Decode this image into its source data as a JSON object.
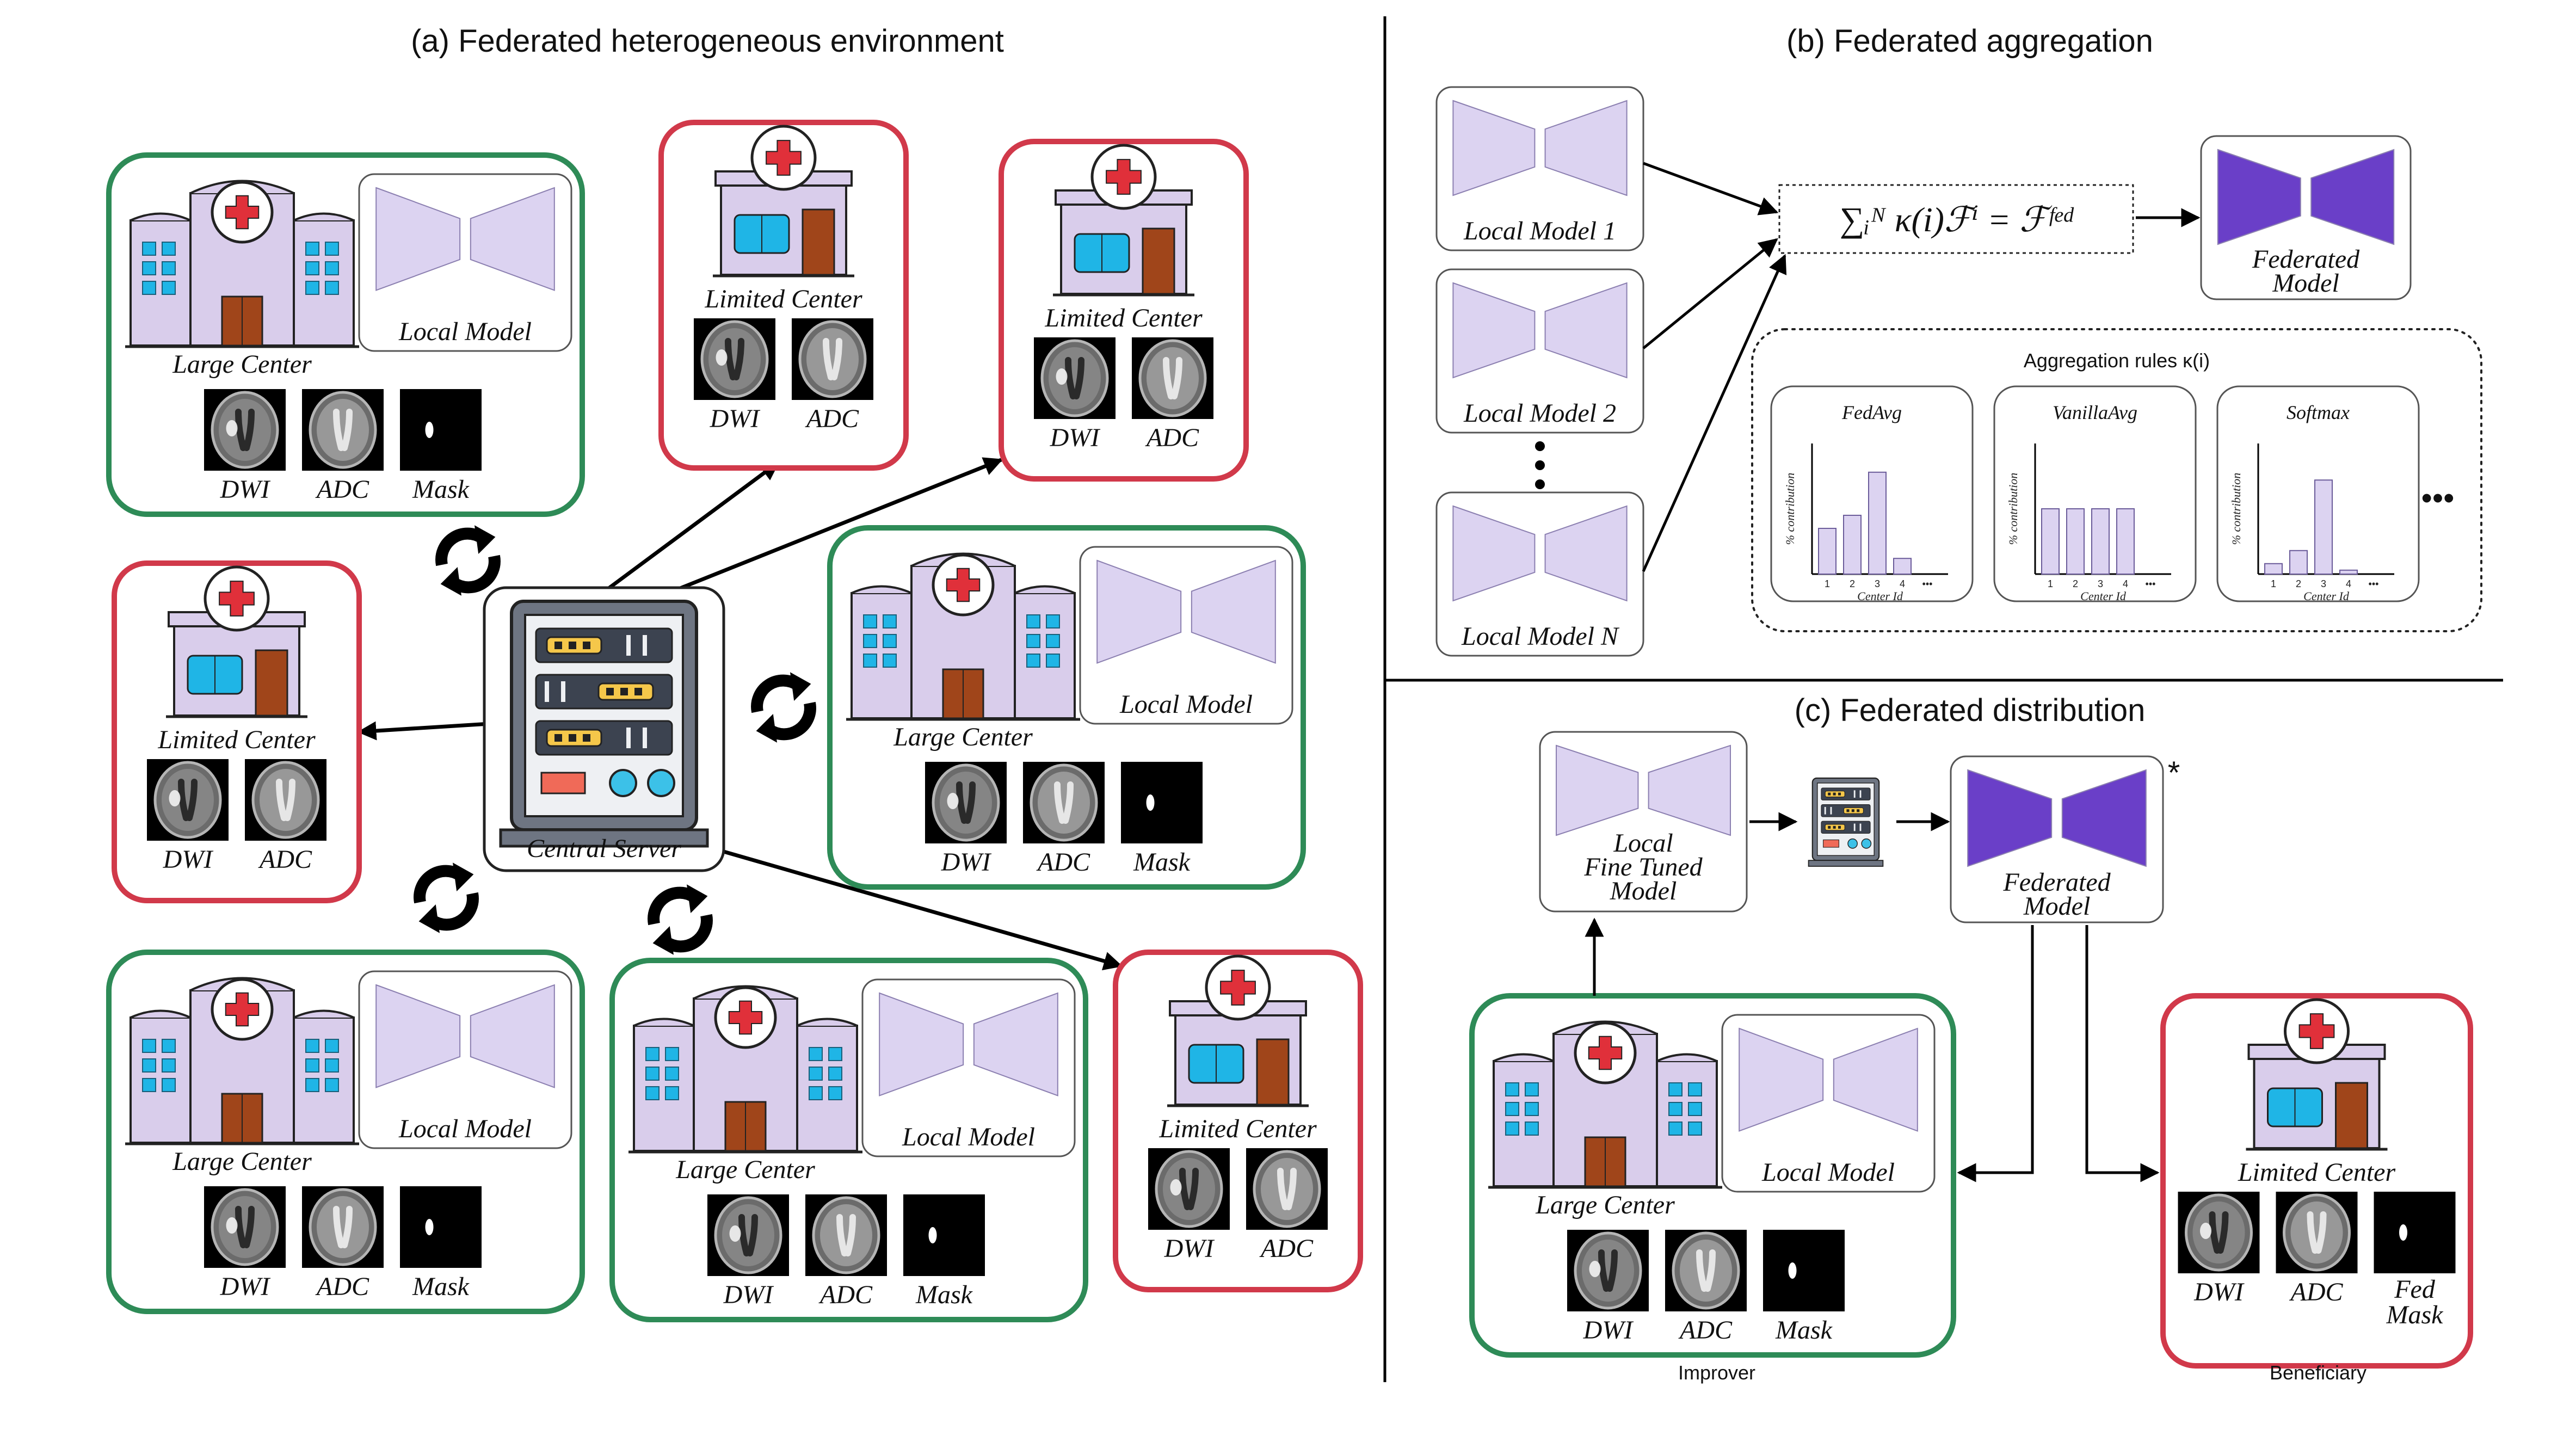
{
  "colors": {
    "large_border": "#2e8b57",
    "limited_border": "#d1394a",
    "model_light": "#dcd3f1",
    "model_federated": "#6a3fc8",
    "building": "#d9cdeb",
    "window": "#1fb5e6",
    "door": "#a0451a",
    "cross": "#e0303a"
  },
  "panel_a": {
    "title": "(a) Federated heterogeneous environment",
    "server_label": "Central Server",
    "large_label": "Large Center",
    "limited_label": "Limited Center",
    "local_model_label": "Local Model",
    "dwi": "DWI",
    "adc": "ADC",
    "mask": "Mask"
  },
  "panel_b": {
    "title": "(b) Federated aggregation",
    "models": [
      "Local Model 1",
      "Local Model 2",
      "Local Model N"
    ],
    "formula": "∑ᵢᴺ κ(i)ℱⁱ = ℱᶠᵉᵈ",
    "federated_line1": "Federated",
    "federated_line2": "Model",
    "rules_title": "Aggregation rules κ(i)",
    "rules": [
      {
        "name": "FedAvg",
        "values": [
          35,
          45,
          78,
          12
        ]
      },
      {
        "name": "VanillaAvg",
        "values": [
          50,
          50,
          50,
          50
        ]
      },
      {
        "name": "Softmax",
        "values": [
          8,
          18,
          72,
          3
        ]
      }
    ],
    "y_axis_label": "% contribution",
    "x_axis_label": "Center Id",
    "ticks": [
      "1",
      "2",
      "3",
      "4",
      "•••"
    ],
    "ellipsis": "•••"
  },
  "panel_c": {
    "title": "(c) Federated distribution",
    "finetuned_lines": [
      "Local",
      "Fine Tuned",
      "Model"
    ],
    "federated_line1": "Federated",
    "federated_line2": "Model",
    "asterisk": "*",
    "large_label": "Large Center",
    "limited_label": "Limited Center",
    "local_model_label": "Local Model",
    "dwi": "DWI",
    "adc": "ADC",
    "mask": "Mask",
    "fed_mask_line1": "Fed",
    "fed_mask_line2": "Mask",
    "improver": "Improver",
    "beneficiary": "Beneficiary"
  }
}
